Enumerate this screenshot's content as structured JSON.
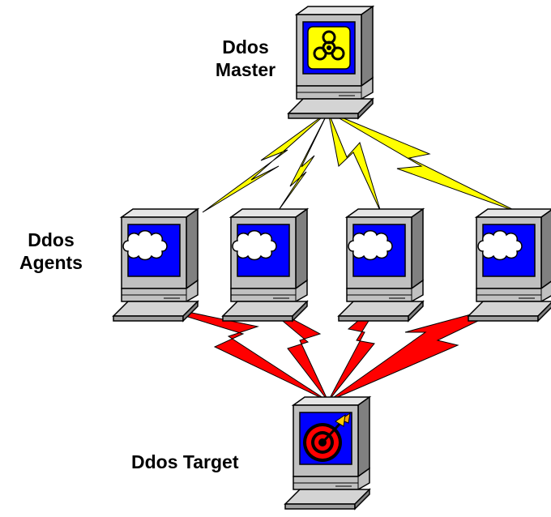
{
  "labels": {
    "master": [
      "Ddos",
      "Master"
    ],
    "agents": [
      "Ddos",
      "Agents"
    ],
    "target": "Ddos Target"
  },
  "colors": {
    "master_links": "#ffff00",
    "attack_links": "#ff0000",
    "screen": "#0000ff",
    "master_icon_bg": "#ffff00",
    "case": "#c0c0c0"
  },
  "icons": {
    "master": "biohazard-icon",
    "agent": "cloud-icon",
    "target": "target-dart-icon"
  }
}
